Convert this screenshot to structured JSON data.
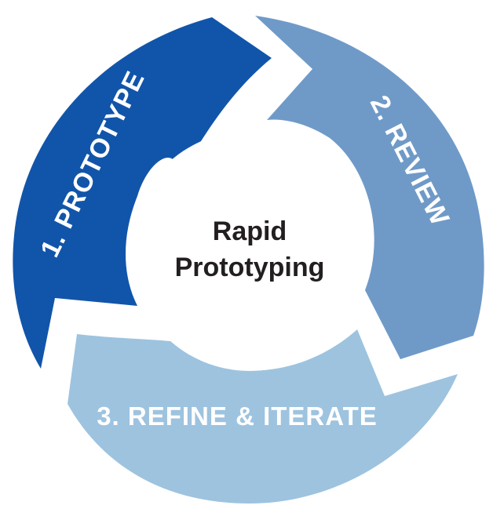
{
  "diagram": {
    "center": {
      "line1": "Rapid",
      "line2": "Prototyping"
    },
    "steps": [
      {
        "label": "1. PROTOTYPE",
        "color": "#1155aa"
      },
      {
        "label": "2. REVIEW",
        "color": "#6f9ac8"
      },
      {
        "label": "3. REFINE & ITERATE",
        "color": "#9dc3df"
      }
    ],
    "text_color": "#ffffff",
    "center_text_color": "#231f20"
  }
}
